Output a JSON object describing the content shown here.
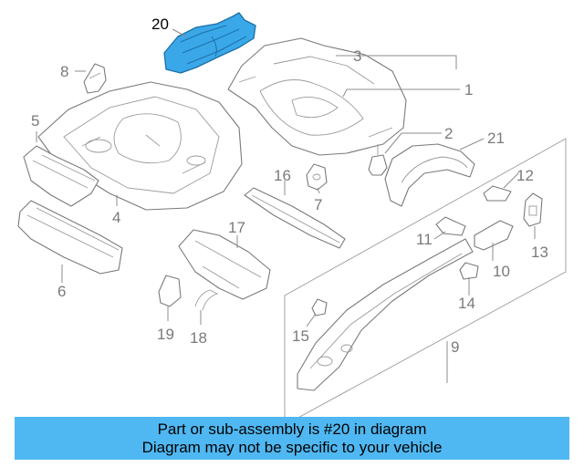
{
  "highlight": {
    "part_number": "20",
    "color": "#3aa8e8"
  },
  "callouts": {
    "c1": "1",
    "c2": "2",
    "c3": "3",
    "c4": "4",
    "c5": "5",
    "c6": "6",
    "c7": "7",
    "c8": "8",
    "c9": "9",
    "c10": "10",
    "c11": "11",
    "c12": "12",
    "c13": "13",
    "c14": "14",
    "c15": "15",
    "c16": "16",
    "c17": "17",
    "c18": "18",
    "c19": "19",
    "c20": "20",
    "c21": "21"
  },
  "banner": {
    "line1": "Part or sub-assembly is #20 in diagram",
    "line2": "Diagram may not be specific to your vehicle",
    "color": "#4fb8f2"
  }
}
